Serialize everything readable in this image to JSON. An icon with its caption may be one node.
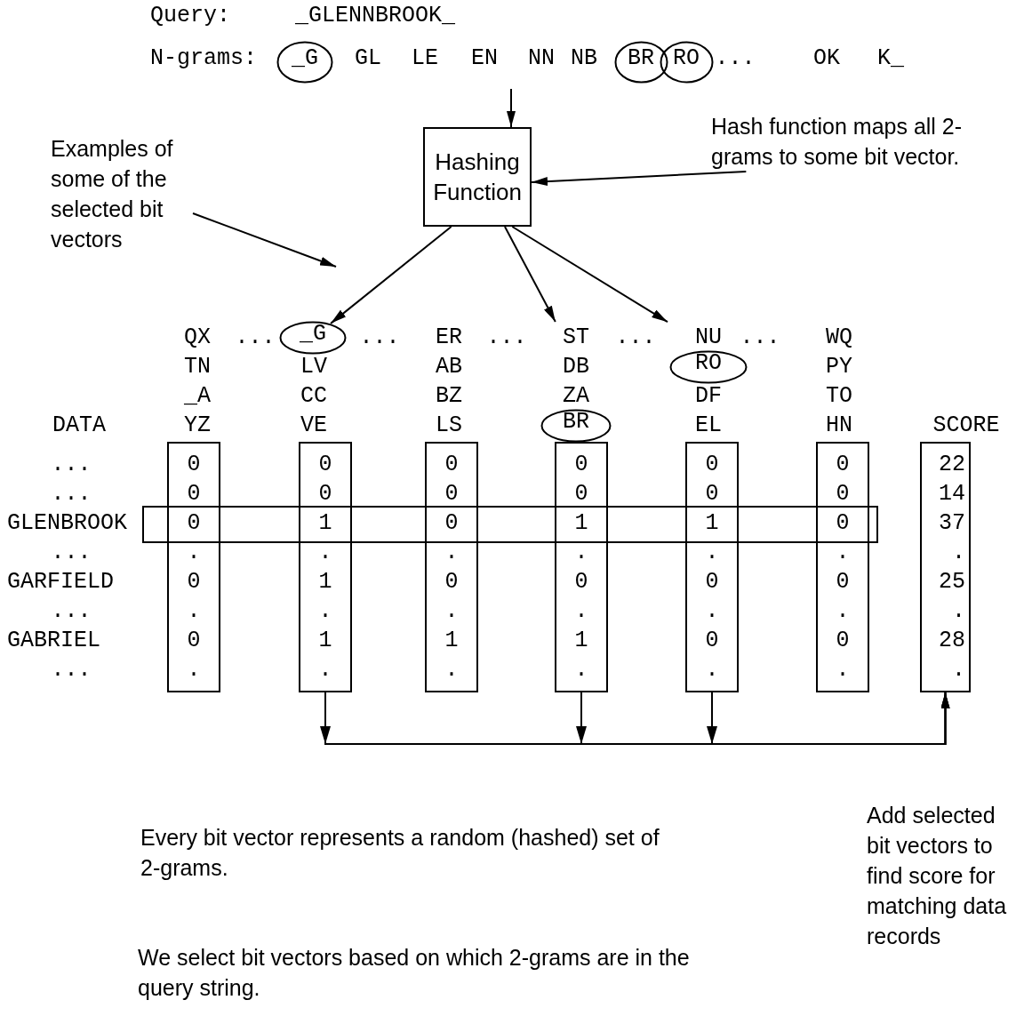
{
  "diagram": {
    "nodes": [
      {
        "text": [
          "_G"
        ]
      },
      {
        "text": [
          "BR"
        ]
      },
      {
        "text": [
          "RO"
        ]
      },
      {
        "text": [
          "Examples of some of the selected bit vectors"
        ]
      },
      {
        "text": [
          "Hashing Function"
        ]
      },
      {
        "text": [
          "Hash function maps all 2-grams to some bit vector."
        ]
      },
      {
        "text": [
          "_G"
        ]
      },
      {
        "text": [
          "RO"
        ]
      },
      {
        "text": [
          "BR"
        ]
      },
      {
        "text": [
          "QX",
          "TN",
          "_A",
          "YZ",
          "0",
          "0",
          "0",
          ".",
          "0",
          ".",
          "0",
          "."
        ]
      },
      {
        "text": [
          "LV",
          "CC",
          "VE",
          "0",
          "0",
          "1",
          ".",
          "1",
          ".",
          "1",
          "."
        ]
      },
      {
        "text": [
          "ER",
          "AB",
          "BZ",
          "LS",
          "0",
          "0",
          "0",
          ".",
          "0",
          ".",
          "1",
          "."
        ]
      },
      {
        "text": [
          "ST",
          "DB",
          "ZA",
          "0",
          "0",
          "1",
          ".",
          "0",
          ".",
          "1",
          "."
        ]
      },
      {
        "text": [
          "NU",
          "DF",
          "EL",
          "0",
          "0",
          "1",
          ".",
          "0",
          ".",
          "0",
          "."
        ]
      },
      {
        "text": [
          "WQ",
          "PY",
          "TO",
          "HN",
          "0",
          "0",
          "0",
          ".",
          "0",
          ".",
          "0",
          "."
        ]
      },
      {
        "text": [
          "SCORE",
          "22",
          "14",
          "37",
          ".",
          "25",
          ".",
          "28",
          "."
        ]
      },
      {
        "text": [],
        "shape": "box"
      }
    ],
    "edges": [
      {
        "from": null,
        "to": 4,
        "arrow": "to"
      },
      {
        "from": 3,
        "to": null,
        "arrow": "to"
      },
      {
        "from": 5,
        "to": 4,
        "arrow": "to"
      },
      {
        "from": 4,
        "to": 6,
        "arrow": "to"
      },
      {
        "from": 4,
        "to": 12,
        "arrow": "to"
      },
      {
        "from": 4,
        "to": 13,
        "arrow": "to"
      },
      {
        "from": 10,
        "to": 15,
        "arrow": "to"
      },
      {
        "from": 12,
        "to": 15,
        "arrow": "to"
      },
      {
        "from": 13,
        "to": 15,
        "arrow": "to"
      }
    ],
    "labels": [
      "Query:",
      "_GLENNBROOK_",
      "N-grams:",
      "GL",
      "LE",
      "EN",
      "NN",
      "NB",
      "...",
      "OK",
      "K_",
      "...",
      "...",
      "...",
      "...",
      "...",
      "DATA",
      "...",
      "...",
      "GLENBROOK",
      "...",
      "GARFIELD",
      "...",
      "GABRIEL",
      "...",
      "Every bit vector represents a random (hashed) set of 2-grams.",
      "Add selected bit vectors to find score for matching data records",
      "We select bit vectors based on which 2-grams are in the query string."
    ]
  }
}
